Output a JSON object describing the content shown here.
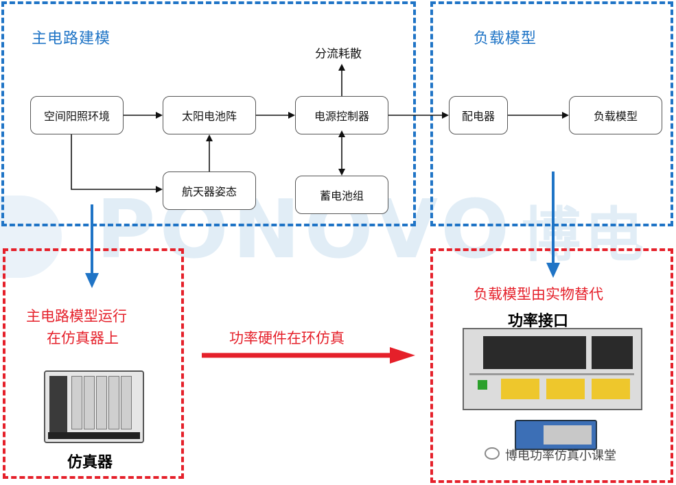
{
  "regions": {
    "main_circuit_title": "主电路建模",
    "load_model_title": "负载模型"
  },
  "nodes": {
    "space_env": "空间阳照环境",
    "solar_array": "太阳电池阵",
    "attitude": "航天器姿态",
    "power_controller": "电源控制器",
    "shunt": "分流耗散",
    "battery": "蓄电池组",
    "distributor": "配电器",
    "load_model": "负载模型"
  },
  "bottom": {
    "left_label_line1": "主电路模型运行",
    "left_label_line2": "在仿真器上",
    "arrow_label": "功率硬件在环仿真",
    "right_label": "负载模型由实物替代",
    "power_interface": "功率接口",
    "simulator": "仿真器",
    "wechat_footer": "博电功率仿真小课堂"
  },
  "watermark": {
    "text": "PONOVO",
    "cn_text": "博电"
  },
  "colors": {
    "blue": "#1f74c6",
    "red": "#e5202a"
  }
}
